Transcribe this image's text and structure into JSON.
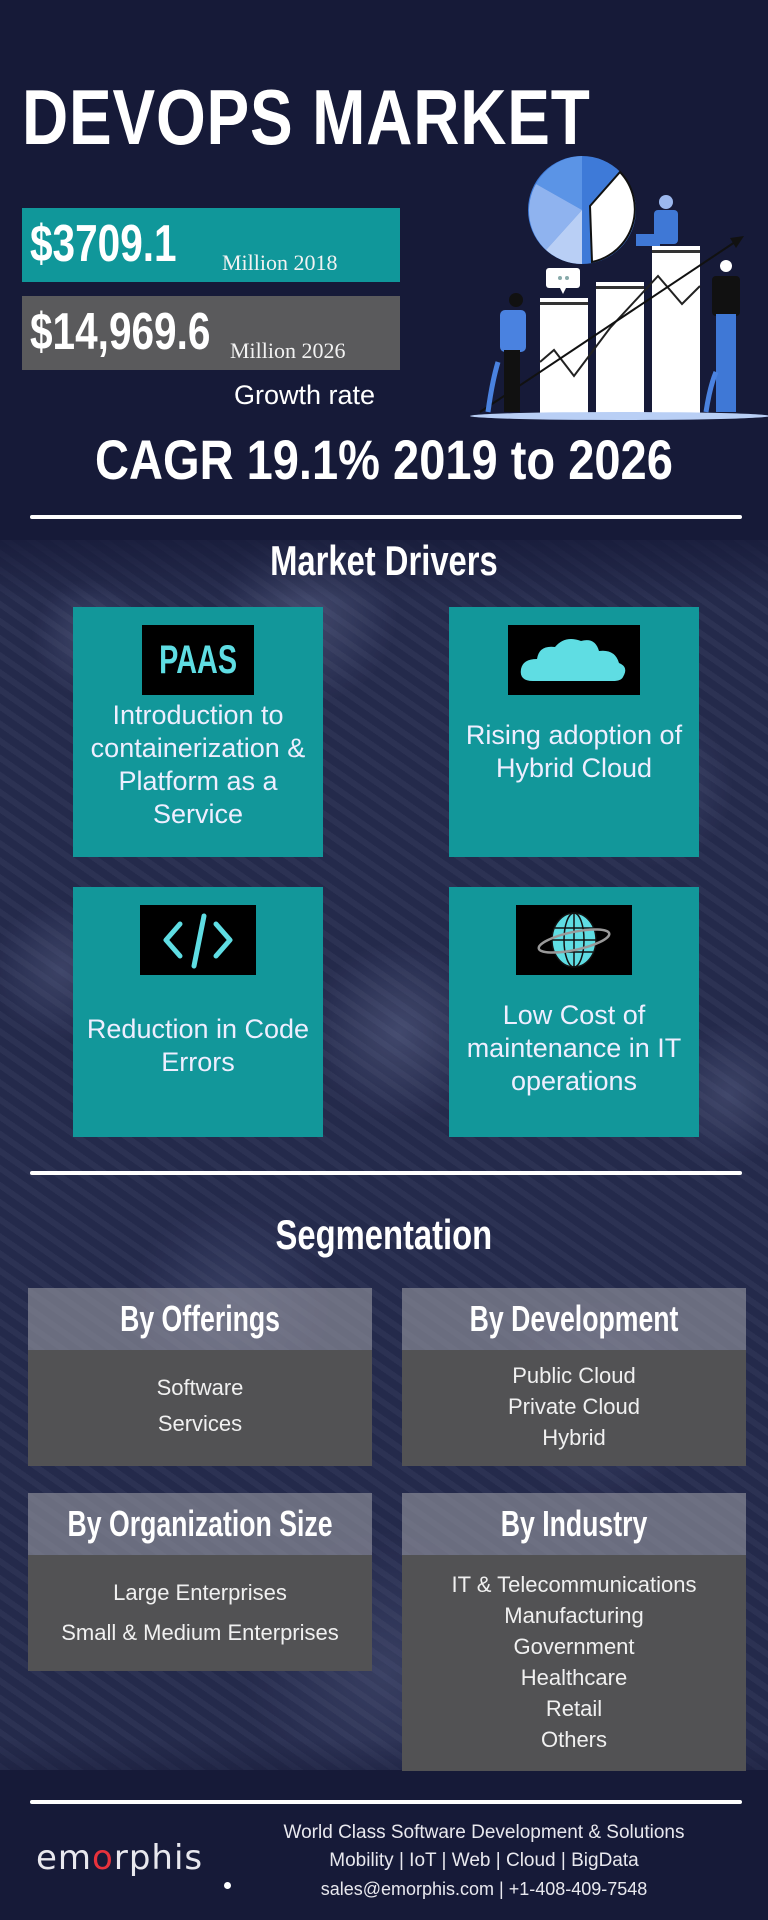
{
  "header": {
    "title": "DEVOPS MARKET",
    "stats": [
      {
        "value": "$3709.1",
        "unit": "Million 2018",
        "color": "#10979a"
      },
      {
        "value": "$14,969.6",
        "unit": "Million 2026",
        "color": "#5a5a5c"
      }
    ],
    "growth_label": "Growth rate",
    "cagr": "CAGR 19.1% 2019 to 2026",
    "illustration": "bar-chart-people-illustration"
  },
  "market_drivers": {
    "title": "Market Drivers",
    "cards": [
      {
        "icon": "paas-icon",
        "icon_text": "PAAS",
        "text": "Introduction to containerization & Platform as a Service"
      },
      {
        "icon": "cloud-icon",
        "text": "Rising adoption of Hybrid Cloud"
      },
      {
        "icon": "code-icon",
        "icon_text": "</>",
        "text": "Reduction in Code Errors"
      },
      {
        "icon": "globe-icon",
        "text": "Low Cost of maintenance in IT operations"
      }
    ]
  },
  "segmentation": {
    "title": "Segmentation",
    "groups": [
      {
        "title": "By Offerings",
        "items": [
          "Software",
          "Services"
        ]
      },
      {
        "title": "By Development",
        "items": [
          "Public Cloud",
          "Private Cloud",
          "Hybrid"
        ]
      },
      {
        "title": "By Organization Size",
        "items": [
          "Large Enterprises",
          "Small & Medium Enterprises"
        ]
      },
      {
        "title": "By Industry",
        "items": [
          "IT & Telecommunications",
          "Manufacturing",
          "Government",
          "Healthcare",
          "Retail",
          "Others"
        ]
      }
    ]
  },
  "footer": {
    "logo_pre": "em",
    "logo_o": "o",
    "logo_post": "rphis",
    "tagline": "World Class Software Development & Solutions",
    "services": "Mobility | IoT | Web | Cloud | BigData",
    "contact": "sales@emorphis.com | +1-408-409-7548"
  },
  "colors": {
    "background": "#161a38",
    "teal": "#12979a",
    "gray_box": "#5a5a5c",
    "icon_cyan": "#5fdde3",
    "logo_accent": "#e8323c"
  }
}
